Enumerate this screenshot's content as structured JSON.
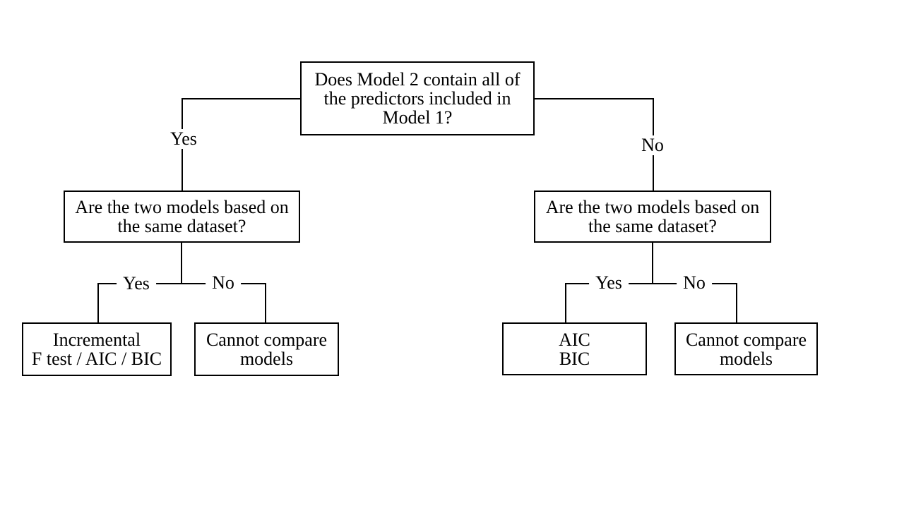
{
  "colors": {
    "background": "#ffffff",
    "line": "#000000",
    "text": "#000000"
  },
  "nodes": {
    "root": {
      "lines": [
        "Does Model 2 contain all of",
        "the predictors included in",
        "Model 1?"
      ]
    },
    "left_question": {
      "lines": [
        "Are the two models based on",
        "the same dataset?"
      ]
    },
    "right_question": {
      "lines": [
        "Are the two models based on",
        "the same dataset?"
      ]
    },
    "left_yes_result": {
      "lines": [
        "Incremental",
        "F test / AIC / BIC"
      ]
    },
    "left_no_result": {
      "lines": [
        "Cannot compare",
        "models"
      ]
    },
    "right_yes_result": {
      "lines": [
        "AIC",
        "BIC"
      ]
    },
    "right_no_result": {
      "lines": [
        "Cannot compare",
        "models"
      ]
    }
  },
  "edge_labels": {
    "yes": "Yes",
    "no": "No"
  }
}
